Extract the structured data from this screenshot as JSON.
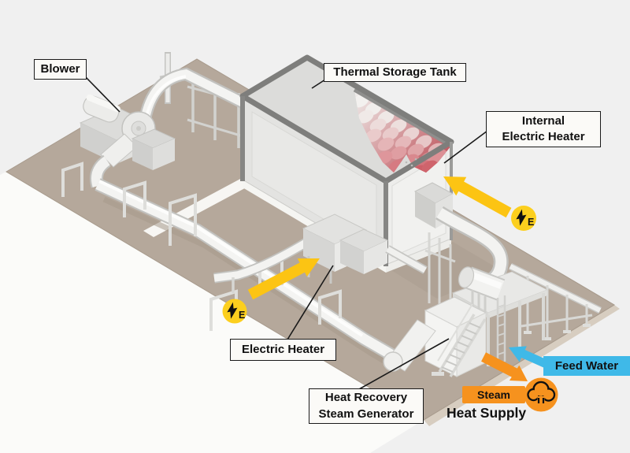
{
  "labels": {
    "blower": "Blower",
    "thermal_storage_tank": "Thermal Storage Tank",
    "internal_electric_heater": {
      "line1": "Internal",
      "line2": "Electric Heater"
    },
    "electric_heater": "Electric Heater",
    "heat_recovery_steam_generator": {
      "line1": "Heat Recovery",
      "line2": "Steam Generator"
    },
    "feed_water": "Feed Water",
    "steam": "Steam",
    "heat_supply": "Heat Supply",
    "electricity_marker": "E"
  },
  "icons": {
    "electricity_badge": "lightning-bolt-icon",
    "heat_supply_symbol": "steam-cloud-icon"
  },
  "colors": {
    "background": "#F0F0F0",
    "ground": "#B5A89B",
    "accent_yellow": "#FCC413",
    "badge_yellow": "#FCCF1E",
    "accent_orange": "#F6921E",
    "accent_blue": "#3FB9E8",
    "label_border": "#1A1A1A",
    "label_bg": "#FBFAF7",
    "pebble_hot": "#D5696F"
  }
}
